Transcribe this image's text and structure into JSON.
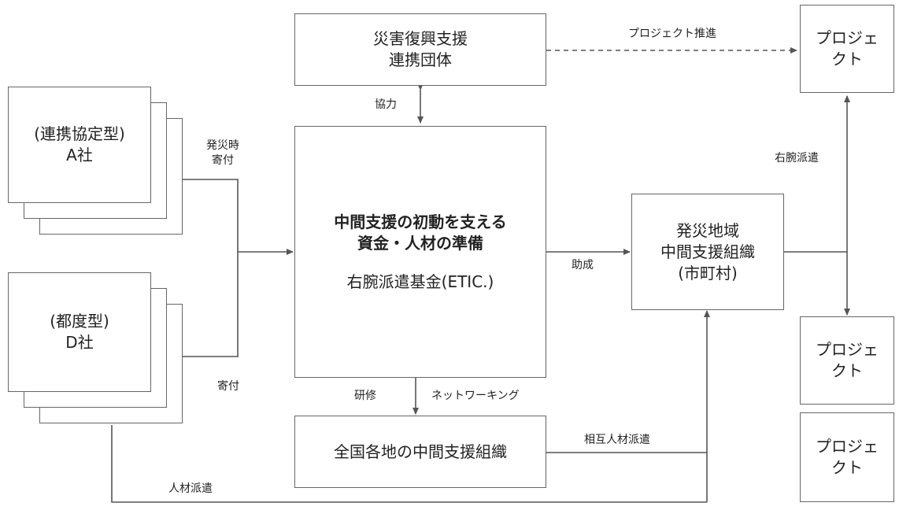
{
  "boxes": {
    "disaster_org": {
      "line1": "災害復興支援",
      "line2": "連携団体"
    },
    "company_a": {
      "line1": "(連携協定型)",
      "line2": "A社"
    },
    "company_d": {
      "line1": "(都度型)",
      "line2": "D社"
    },
    "fund": {
      "line1": "中間支援の初動を支える",
      "line2": "資金・人材の準備",
      "line3": "右腕派遣基金(ETIC.)"
    },
    "local_org": {
      "line1": "発災地域",
      "line2": "中間支援組織",
      "line3": "(市町村)"
    },
    "national_org": {
      "line1": "全国各地の中間支援組織"
    },
    "project_top": {
      "line1": "プロジェ",
      "line2": "クト"
    },
    "project_mid": {
      "line1": "プロジェ",
      "line2": "クト"
    },
    "project_bot": {
      "line1": "プロジェ",
      "line2": "クト"
    }
  },
  "labels": {
    "project_promotion": "プロジェクト推進",
    "cooperation": "協力",
    "donation_on_disaster_1": "発災時",
    "donation_on_disaster_2": "寄付",
    "donation": "寄付",
    "right_hand_dispatch": "右腕派遣",
    "grant": "助成",
    "training": "研修",
    "networking": "ネットワーキング",
    "mutual_dispatch": "相互人材派遣",
    "personnel_dispatch": "人材派遣"
  }
}
